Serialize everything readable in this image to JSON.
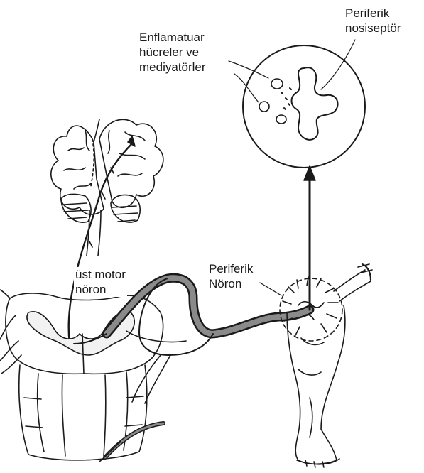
{
  "labels": {
    "inflammatory": [
      "Enflamatuar",
      "hücreler ve",
      "mediyatörler"
    ],
    "nociceptor": [
      "Periferik",
      "nosiseptör"
    ],
    "upper_motor_neuron": [
      "üst motor",
      "nöron"
    ],
    "peripheral_neuron": [
      "Periferik",
      "Nöron"
    ]
  },
  "colors": {
    "ink": "#1a1a1a",
    "nerve_fill": "#8a8a8a",
    "background": "#ffffff"
  }
}
